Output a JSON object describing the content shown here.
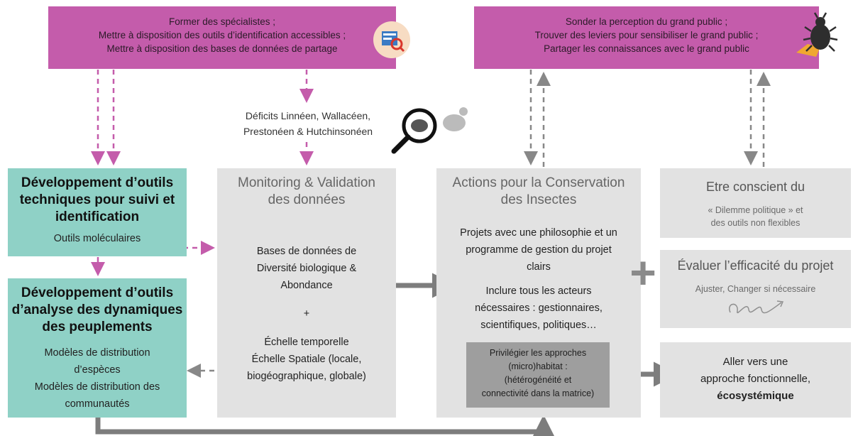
{
  "top_left": {
    "lines": [
      "Former des spécialistes ;",
      "Mettre à disposition des outils d’identification accessibles ;",
      "Mettre à disposition des bases de données de partage"
    ]
  },
  "top_right": {
    "lines": [
      "Sonder la perception du grand public ;",
      "Trouver des leviers pour sensibiliser le grand public ;",
      "Partager les connaissances avec le grand public"
    ]
  },
  "deficits": {
    "lines": [
      "Déficits Linnéen, Wallacéen,",
      "Prestonéen & Hutchinsonéen"
    ]
  },
  "tools_box": {
    "title": [
      "Développement d’outils",
      "techniques pour suivi et",
      "identification"
    ],
    "body": "Outils moléculaires"
  },
  "dynamics_box": {
    "title": [
      "Développement d’outils",
      "d’analyse des dynamiques",
      "des peuplements"
    ],
    "body": [
      "Modèles de distribution",
      "d’espèces",
      "Modèles de distribution des",
      "communautés"
    ]
  },
  "monitoring_box": {
    "title": [
      "Monitoring & Validation",
      "des données"
    ],
    "body1": [
      "Bases de données de",
      "Diversité biologique &",
      "Abondance"
    ],
    "plus": "+",
    "body2": [
      "Échelle temporelle",
      "Échelle Spatiale (locale,",
      "biogéographique, globale)"
    ]
  },
  "actions_box": {
    "title": [
      "Actions pour la Conservation",
      "des Insectes"
    ],
    "body1": [
      "Projets avec une philosophie et un",
      "programme de gestion du projet",
      "clairs"
    ],
    "body2": [
      "Inclure tous les acteurs",
      "nécessaires : gestionnaires,",
      "scientifiques, politiques…"
    ],
    "inner": [
      "Privilégier les approches",
      "(micro)habitat :",
      "(hétérogénéité et",
      "connectivité dans la matrice)"
    ]
  },
  "plus_sign": "+",
  "aware_box": {
    "title": "Etre conscient du",
    "body": [
      "« Dilemme politique » et",
      "des outils non flexibles"
    ]
  },
  "evaluate_box": {
    "title": "Évaluer l’efficacité du projet",
    "body": "Ajuster, Changer si nécessaire"
  },
  "functional_box": {
    "body": [
      "Aller vers une",
      "approche fonctionnelle,"
    ],
    "bold": "écosystémique"
  },
  "colors": {
    "pink": "#c45cab",
    "teal": "#8fd1c6",
    "grey_box": "#e2e2e2",
    "inner_box": "#9e9e9e",
    "arrow_grey": "#7d7d7d",
    "pink_dash": "#c45cab"
  },
  "icons": [
    "database-search-icon",
    "beetle-hand-icon",
    "magnifier-beetle-icon",
    "spiral-arrow-icon"
  ]
}
